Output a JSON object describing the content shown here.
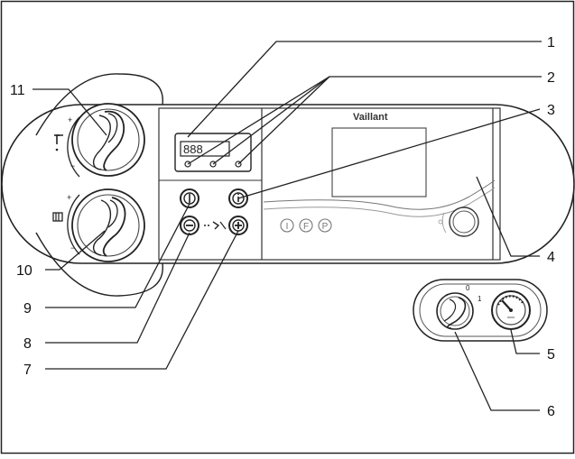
{
  "panel": {
    "brand": "Vaillant",
    "display_digits": "888",
    "lower_buttons": [
      "I",
      "F",
      "P"
    ],
    "switch_mark_off": "0",
    "switch_mark_on": "1",
    "dial_plus": "+",
    "dial_minus": "−"
  },
  "callouts": [
    "1",
    "2",
    "3",
    "4",
    "5",
    "6",
    "7",
    "8",
    "9",
    "10",
    "11"
  ],
  "icons": {
    "hot_water": "tap-icon",
    "heating": "radiator-icon",
    "info": "info-icon",
    "minus": "minus-icon",
    "plus": "plus-icon",
    "reset": "reset-icon",
    "chimney": "chimney-sweep-icon"
  }
}
